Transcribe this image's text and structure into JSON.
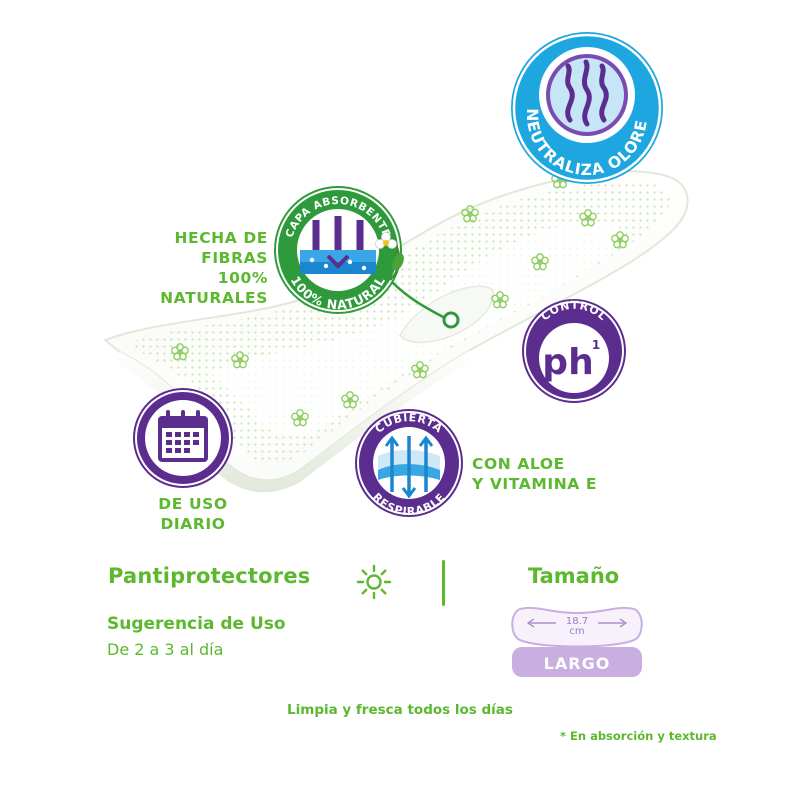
{
  "badges": {
    "odor": {
      "label": "NEUTRALIZA OLORES"
    },
    "absorbent": {
      "top_label": "CAPA ABSORBENTE",
      "bottom_label": "100% NATURAL"
    },
    "ph": {
      "top_label": "CONTROL",
      "symbol": "ph",
      "superscript": "1"
    },
    "breathable": {
      "top_label": "CUBIERTA",
      "bottom_label": "RESPIRABLE"
    }
  },
  "callouts": {
    "fibras": [
      "HECHA DE",
      "FIBRAS 100%",
      "NATURALES"
    ],
    "aloe": [
      "CON ALOE",
      "Y VITAMINA E"
    ],
    "uso": [
      "DE USO",
      "DIARIO"
    ]
  },
  "info": {
    "product_title": "Pantiprotectores",
    "size_title": "Tamaño",
    "suggestion_title": "Sugerencia de Uso",
    "suggestion_value": "De 2 a 3 al día",
    "size_value": "18.7",
    "size_unit": "cm",
    "size_name": "LARGO"
  },
  "slogan": "Limpia y fresca todos los días",
  "note": "* En absorción y textura",
  "colors": {
    "green": "#5cb82f",
    "purple": "#5b2d8e",
    "blue": "#1ea6e0",
    "lilac": "#c9aee0"
  },
  "icons": [
    "odor-waves-icon",
    "absorbent-layer-icon",
    "ph-icon",
    "calendar-icon",
    "breathable-cover-icon",
    "sun-icon",
    "flower-icon"
  ]
}
